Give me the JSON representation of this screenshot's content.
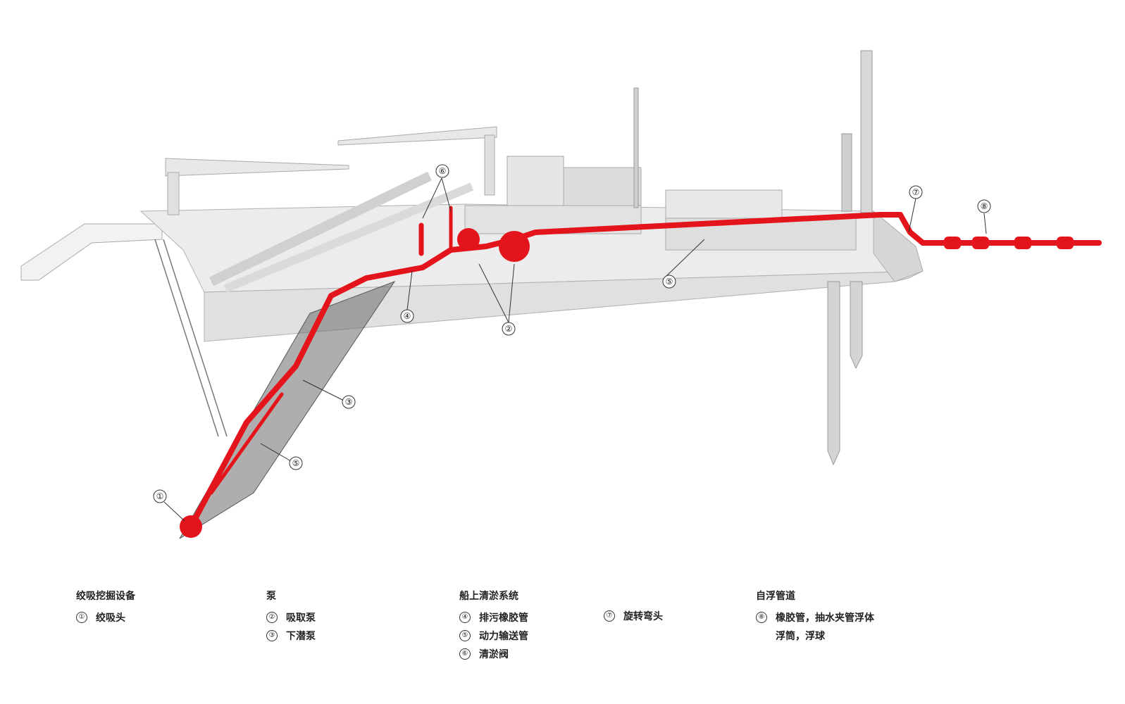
{
  "callouts": [
    {
      "n": "①"
    },
    {
      "n": "②"
    },
    {
      "n": "③"
    },
    {
      "n": "④"
    },
    {
      "n": "⑤"
    },
    {
      "n": "⑥"
    },
    {
      "n": "⑦"
    },
    {
      "n": "⑧"
    }
  ],
  "legend": {
    "groups": [
      {
        "title": "绞吸挖掘设备",
        "items": [
          {
            "n": "①",
            "label": "绞吸头"
          }
        ]
      },
      {
        "title": "泵",
        "items": [
          {
            "n": "②",
            "label": "吸取泵"
          },
          {
            "n": "③",
            "label": "下潜泵"
          }
        ]
      },
      {
        "title": "船上清淤系统",
        "items": [
          {
            "n": "④",
            "label": "排污橡胶管"
          },
          {
            "n": "⑤",
            "label": "动力输送管"
          },
          {
            "n": "⑥",
            "label": "清淤阀"
          }
        ]
      },
      {
        "title": "",
        "items": [
          {
            "n": "⑦",
            "label": "旋转弯头"
          }
        ]
      },
      {
        "title": "自浮管道",
        "items": [
          {
            "n": "⑧",
            "label": "橡胶管，抽水夹管浮体"
          }
        ],
        "extra": "浮筒，浮球"
      }
    ]
  },
  "colors": {
    "highlight": "#e3141b",
    "hull": "#e6e6e6",
    "outline": "#b5b5b5",
    "dark": "#3a3a3a"
  }
}
